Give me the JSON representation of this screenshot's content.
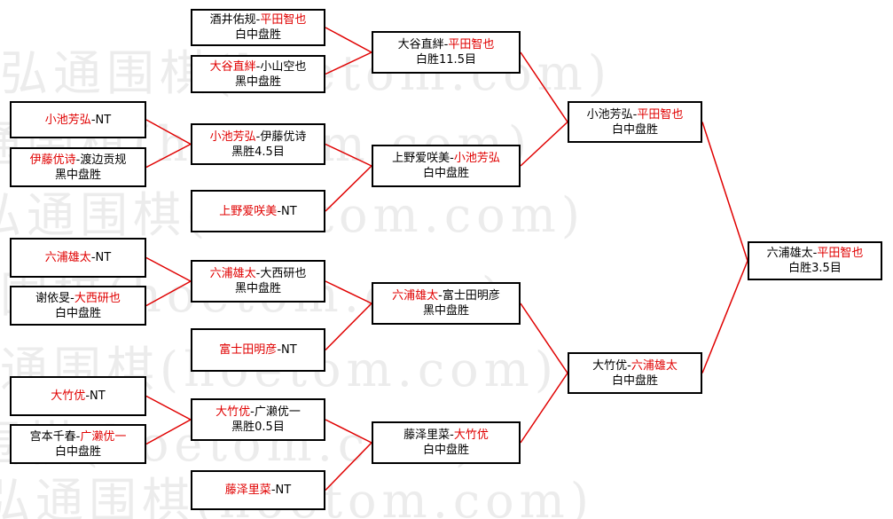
{
  "watermark": "弘通围棋(hoetom.com)",
  "colors": {
    "winner": "#e00000",
    "text": "#000000",
    "line": "#e00000",
    "watermark": "#ececec"
  },
  "matches": [
    {
      "id": "r1a",
      "p1": "酒井佑规",
      "p2": "平田智也",
      "winner": 2,
      "result": "白中盘胜"
    },
    {
      "id": "r1b",
      "p1": "大谷直絆",
      "p2": "小山空也",
      "winner": 1,
      "result": "黑中盘胜"
    },
    {
      "id": "r1c",
      "p1": "小池芳弘",
      "p2": "NT",
      "winner": 1,
      "result": ""
    },
    {
      "id": "r1d",
      "p1": "伊藤优诗",
      "p2": "渡边贡规",
      "winner": 1,
      "result": "黑中盘胜"
    },
    {
      "id": "r1e",
      "p1": "六浦雄太",
      "p2": "NT",
      "winner": 1,
      "result": ""
    },
    {
      "id": "r1f",
      "p1": "谢依旻",
      "p2": "大西研也",
      "winner": 2,
      "result": "白中盘胜"
    },
    {
      "id": "r1g",
      "p1": "大竹优",
      "p2": "NT",
      "winner": 1,
      "result": ""
    },
    {
      "id": "r1h",
      "p1": "宫本千春",
      "p2": "广濑优一",
      "winner": 2,
      "result": "白中盘胜"
    },
    {
      "id": "r2a",
      "p1": "小池芳弘",
      "p2": "伊藤优诗",
      "winner": 1,
      "result": "黑胜4.5目"
    },
    {
      "id": "r2b",
      "p1": "上野爱咲美",
      "p2": "NT",
      "winner": 1,
      "result": ""
    },
    {
      "id": "r2c",
      "p1": "六浦雄太",
      "p2": "大西研也",
      "winner": 1,
      "result": "黑中盘胜"
    },
    {
      "id": "r2d",
      "p1": "富士田明彦",
      "p2": "NT",
      "winner": 1,
      "result": ""
    },
    {
      "id": "r2e",
      "p1": "大竹优",
      "p2": "广濑优一",
      "winner": 1,
      "result": "黑胜0.5目"
    },
    {
      "id": "r2f",
      "p1": "藤泽里菜",
      "p2": "NT",
      "winner": 1,
      "result": ""
    },
    {
      "id": "r3a",
      "p1": "大谷直絆",
      "p2": "平田智也",
      "winner": 2,
      "result": "白胜11.5目"
    },
    {
      "id": "r3b",
      "p1": "上野爱咲美",
      "p2": "小池芳弘",
      "winner": 2,
      "result": "白中盘胜"
    },
    {
      "id": "r3c",
      "p1": "六浦雄太",
      "p2": "富士田明彦",
      "winner": 1,
      "result": "黑中盘胜"
    },
    {
      "id": "r3d",
      "p1": "藤泽里菜",
      "p2": "大竹优",
      "winner": 2,
      "result": "白中盘胜"
    },
    {
      "id": "r4a",
      "p1": "小池芳弘",
      "p2": "平田智也",
      "winner": 2,
      "result": "白中盘胜"
    },
    {
      "id": "r4b",
      "p1": "大竹优",
      "p2": "六浦雄太",
      "winner": 2,
      "result": "白中盘胜"
    },
    {
      "id": "final",
      "p1": "六浦雄太",
      "p2": "平田智也",
      "winner": 2,
      "result": "白胜3.5目"
    }
  ]
}
